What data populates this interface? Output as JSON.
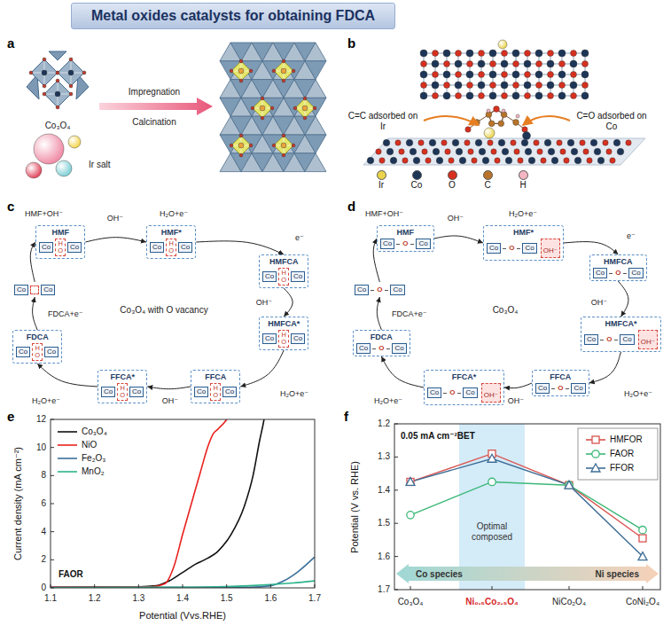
{
  "diagram": {
    "title": "Metal oxides catalysts for obtaining FDCA",
    "nodes": [
      {
        "text": [
          "HMF",
          "Co",
          "H O",
          "Co"
        ]
      },
      {
        "text": [
          "HMF*",
          "Co",
          "H O",
          "Co"
        ]
      },
      {
        "text": [
          "HMFCA",
          "Co",
          "H O",
          "Co"
        ]
      },
      {
        "text": [
          "HMFCA*",
          "Co",
          "H O",
          "Co"
        ]
      },
      {
        "text": [
          "FFCA",
          "Co",
          "H O",
          "Co"
        ]
      },
      {
        "text": [
          "FFCA*",
          "Co",
          "H O",
          "Co"
        ]
      },
      {
        "text": [
          "FDCA",
          "Co",
          "H O",
          "Co"
        ]
      },
      {
        "text": [
          "Co",
          "Co"
        ]
      },
      {
        "text": [
          "HMF",
          "Co",
          "O",
          "Co"
        ]
      },
      {
        "text": [
          "HMF*",
          "Co",
          "O",
          "Co"
        ]
      },
      {
        "text": [
          "HMFCA",
          "Co",
          "O",
          "Co"
        ]
      },
      {
        "text": [
          "HMFCA*",
          "Co",
          "O",
          "Co"
        ]
      },
      {
        "text": [
          "FFCA",
          "Co",
          "O",
          "Co"
        ]
      },
      {
        "text": [
          "FFCA*",
          "Co",
          "O",
          "Co"
        ]
      },
      {
        "text": [
          "FDCA",
          "Co",
          "O",
          "Co"
        ]
      },
      {
        "text": [
          "Co",
          "O",
          "Co"
        ]
      },
      {
        "text": [
          "OH⁻"
        ],
        "in": 9
      },
      {
        "text": [
          "OH⁻"
        ],
        "in": 11
      },
      {
        "text": [
          "OH⁻"
        ],
        "in": 13
      },
      {
        "text": [
          "Optimal composed"
        ]
      },
      {
        "text": [
          "Co species",
          "Ni species"
        ]
      }
    ],
    "edges": [
      {
        "from": 0,
        "to": 1,
        "arrow": "to"
      },
      {
        "from": 1,
        "to": 2,
        "arrow": "to"
      },
      {
        "from": 2,
        "to": 3,
        "arrow": "to"
      },
      {
        "from": 3,
        "to": 4,
        "arrow": "to"
      },
      {
        "from": 4,
        "to": 5,
        "arrow": "to"
      },
      {
        "from": 5,
        "to": 6,
        "arrow": "to"
      },
      {
        "from": 6,
        "to": 7,
        "arrow": "to"
      },
      {
        "from": 7,
        "to": 0,
        "arrow": "to"
      },
      {
        "from": 8,
        "to": 9,
        "arrow": "to"
      },
      {
        "from": 9,
        "to": 10,
        "arrow": "to"
      },
      {
        "from": 10,
        "to": 11,
        "arrow": "to"
      },
      {
        "from": 11,
        "to": 12,
        "arrow": "to"
      },
      {
        "from": 12,
        "to": 13,
        "arrow": "to"
      },
      {
        "from": 13,
        "to": 14,
        "arrow": "to"
      },
      {
        "from": 14,
        "to": 15,
        "arrow": "to"
      },
      {
        "from": 15,
        "to": 8,
        "arrow": "to"
      }
    ],
    "labels": [
      "a",
      "b",
      "c",
      "d",
      "e",
      "f",
      "Co₃O₄",
      "Ir salt",
      "Impregnation",
      "Calcination",
      "C=C adsorbed on Ir",
      "C=O adsorbed on Co",
      "HMF+OH⁻",
      "OH⁻",
      "H₂O+e⁻",
      "e⁻",
      "OH⁻",
      "H₂O+e⁻",
      "OH⁻",
      "H₂O+e⁻",
      "FDCA+e⁻",
      "Co₃O₄ with O vacancy",
      "HMF+OH⁻",
      "OH⁻",
      "H₂O+e⁻",
      "e⁻",
      "OH⁻",
      "H₂O+e⁻",
      "OH⁻",
      "H₂O+e⁻",
      "FDCA+e⁻",
      "Co₃O₄",
      "Current density (mA cm⁻²)",
      "Potential (Vvs.RHE)",
      "0",
      "2",
      "4",
      "6",
      "8",
      "10",
      "12",
      "1.1",
      "1.2",
      "1.3",
      "1.4",
      "1.5",
      "1.6",
      "1.7",
      "FAOR",
      "Potential (V vs. RHE)",
      "1.2",
      "1.3",
      "1.4",
      "1.5",
      "1.6",
      "1.7",
      "0.05 mA cm⁻²BET",
      "Co₃O₄",
      "Ni₀.₅Co₂.₅O₄",
      "NiCo₂O₄",
      "CoNi₂O₄"
    ],
    "legend": [
      {
        "text": "Ir",
        "color": "#e9d44c"
      },
      {
        "text": "Co",
        "color": "#1d3557"
      },
      {
        "text": "O",
        "color": "#d7301f"
      },
      {
        "text": "C",
        "color": "#b8742a"
      },
      {
        "text": "H",
        "color": "#f4b6c2"
      },
      {
        "text": "Co₃O₄"
      },
      {
        "text": "NiO"
      },
      {
        "text": "Fe₂O₃"
      },
      {
        "text": "MnO₂"
      },
      {
        "text": "HMFOR"
      },
      {
        "text": "FAOR"
      },
      {
        "text": "FFOR"
      }
    ]
  }
}
